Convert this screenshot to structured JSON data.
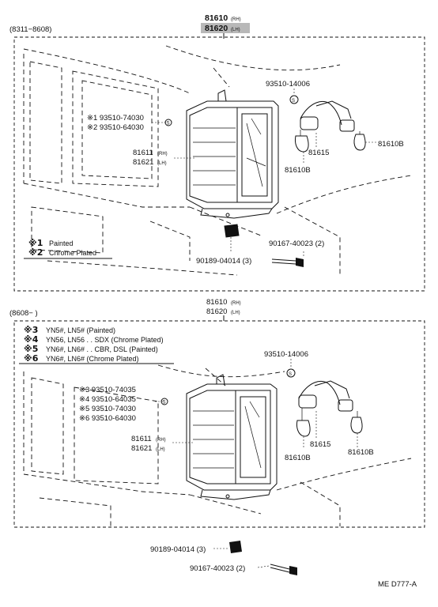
{
  "diagram_code": "ME D777-A",
  "upper": {
    "date_range": "(8311−8608)",
    "top_part_1": "81610",
    "top_part_1_tag": "(RH)",
    "top_part_2": "81620",
    "top_part_2_tag": "(LH)",
    "lens_line_1": "※1  93510-74030",
    "lens_line_2": "※2  93510-64030",
    "lamp_1": "81611",
    "lamp_1_tag": "(RH)",
    "lamp_2": "81621",
    "lamp_2_tag": "(LH)",
    "socket_part": "93510-14006",
    "socket_assy": "81615",
    "bulb_1": "81610B",
    "bulb_2": "81610B",
    "clip_part": "90189-04014 (3)",
    "screw_part": "90167-40023 (2)",
    "note_1_mark": "※1",
    "note_1_text": "Painted",
    "note_2_mark": "※2",
    "note_2_text": "Chrome Plated"
  },
  "lower": {
    "date_range": "(8608−         )",
    "top_part_1": "81610",
    "top_part_1_tag": "(RH)",
    "top_part_2": "81620",
    "top_part_2_tag": "(LH)",
    "note_3_mark": "※3",
    "note_3_text": "YN5#, LN5# (Painted)",
    "note_4_mark": "※4",
    "note_4_text": "YN56, LN56 . . SDX (Chrome Plated)",
    "note_5_mark": "※5",
    "note_5_text": "YN6#, LN6# . . CBR, DSL (Painted)",
    "note_6_mark": "※6",
    "note_6_text": "YN6#, LN6# (Chrome Plated)",
    "lens_line_3": "※3  93510-74035",
    "lens_line_4": "※4  93510-64035",
    "lens_line_5": "※5  93510-74030",
    "lens_line_6": "※6  93510-64030",
    "lamp_1": "81611",
    "lamp_1_tag": "(RH)",
    "lamp_2": "81621",
    "lamp_2_tag": "(LH)",
    "socket_part": "93510-14006",
    "socket_assy": "81615",
    "bulb_1": "81610B",
    "bulb_2": "81610B",
    "clip_part": "90189-04014 (3)",
    "screw_part": "90167-40023 (2)"
  }
}
